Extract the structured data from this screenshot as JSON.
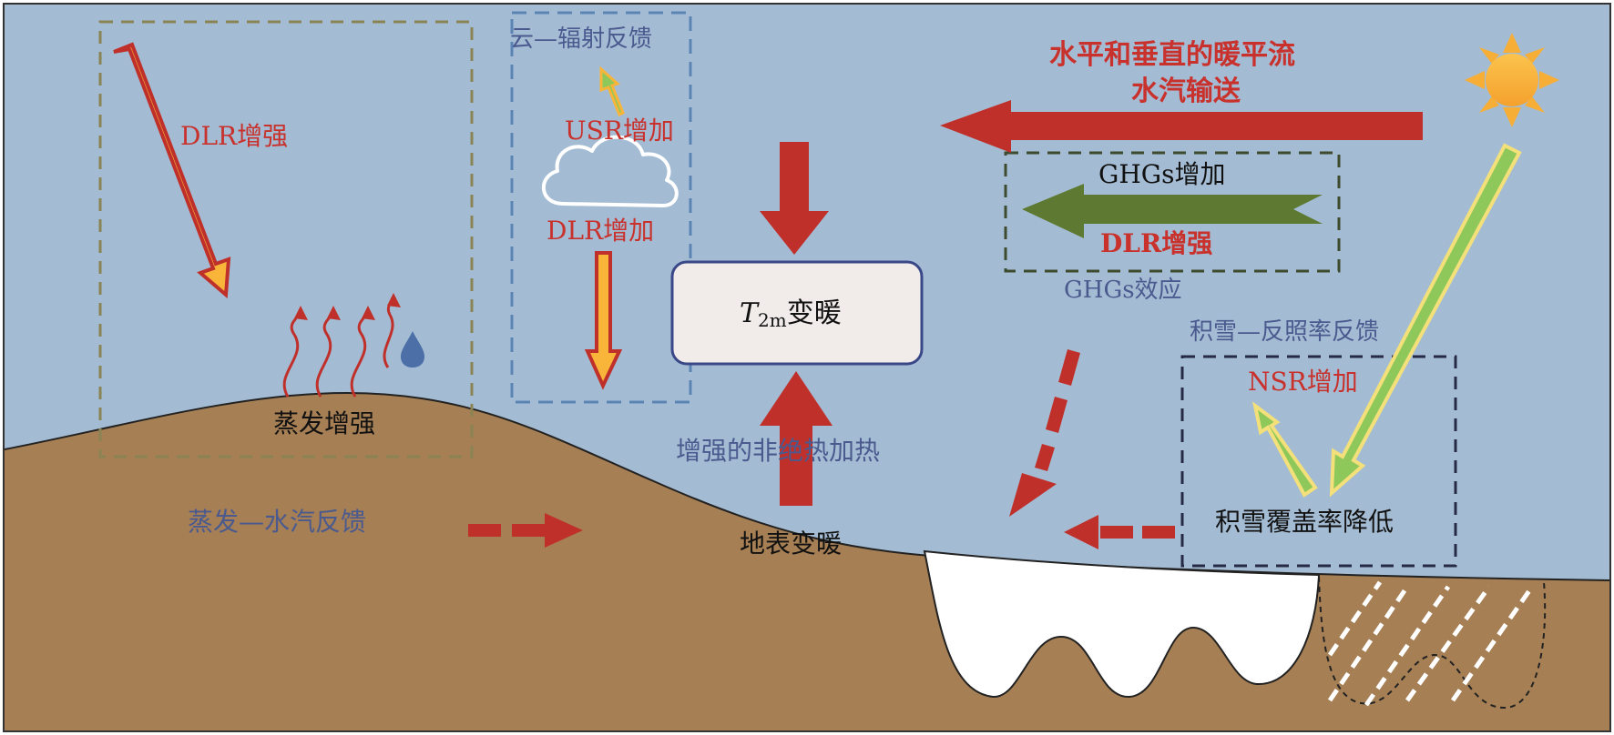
{
  "colors": {
    "sky": "#a4bcd3",
    "ground": "#a67f54",
    "red_arrow": "#c0302b",
    "orange_arrow": "#f8b53a",
    "green_arrow": "#8fc85a",
    "ghg_arrow": "#5e7a32",
    "sun": "#f7ae36",
    "text_red": "#c8312c",
    "text_blue": "#4a5a8f"
  },
  "icons": [
    "sun-icon",
    "cloud-icon",
    "water-drop-icon",
    "evaporation-arrows-icon",
    "snow-patch-icon"
  ],
  "labels": {
    "dlr_strengthen_left": "DLR增强",
    "cloud_radiation_feedback": "云—辐射反馈",
    "usr_increase": "USR增加",
    "dlr_increase": "DLR增加",
    "evaporation_strengthen": "蒸发增强",
    "evaporation_vapor_feedback": "蒸发—水汽反馈",
    "t2m_symbol": "T",
    "t2m_subscript": "2m",
    "t2m_warming": "变暖",
    "nonadiabatic_heating": "增强的非绝热加热",
    "surface_warming": "地表变暖",
    "advection_line1": "水平和垂直的暖平流",
    "advection_line2": "水汽输送",
    "ghgs_increase": "GHGs增加",
    "dlr_strengthen_right": "DLR增强",
    "ghgs_effect": "GHGs效应",
    "snow_albedo_feedback": "积雪—反照率反馈",
    "nsr_increase": "NSR增加",
    "snow_cover_decrease": "积雪覆盖率降低"
  }
}
